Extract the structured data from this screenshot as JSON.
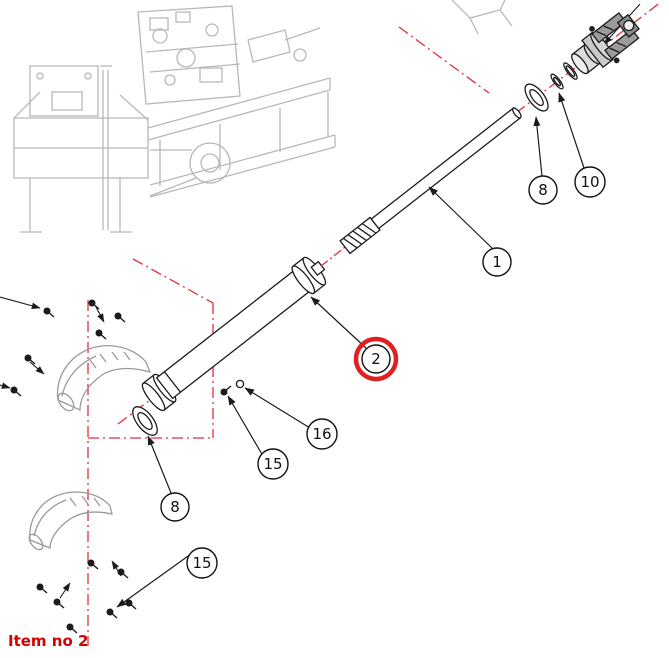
{
  "page": {
    "caption": "Item no 2"
  },
  "diagram": {
    "type": "exploded-parts-drawing",
    "subject": "drive shaft assembly with tractor reference sketch",
    "highlight_color": "#e02020",
    "centerline_color": "#e03038",
    "line_color": "#1b1b1b",
    "sketch_color": "#b8b8b8",
    "highlighted_item": "2",
    "callouts": [
      {
        "label": "1"
      },
      {
        "label": "2",
        "highlighted": true
      },
      {
        "label": "8"
      },
      {
        "label": "10"
      },
      {
        "label": "8"
      },
      {
        "label": "15"
      },
      {
        "label": "16"
      },
      {
        "label": "15"
      }
    ]
  }
}
